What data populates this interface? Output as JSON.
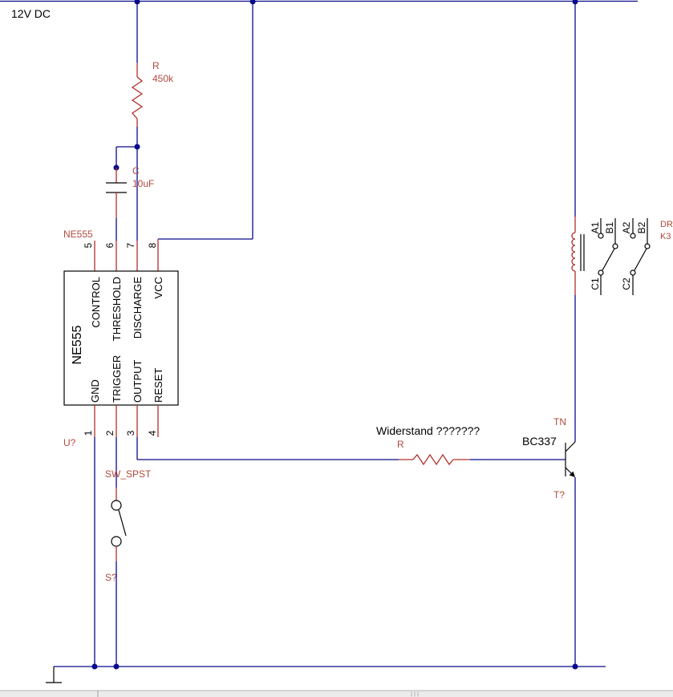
{
  "supply": {
    "label": "12V DC"
  },
  "r1": {
    "ref": "R",
    "value": "450k"
  },
  "c1": {
    "ref": "C",
    "value": "10uF"
  },
  "ic": {
    "part": "NE555",
    "ref": "U?",
    "body_label": "NE555",
    "pins_top": [
      {
        "num": "5",
        "name": "CONTROL"
      },
      {
        "num": "6",
        "name": "THRESHOLD"
      },
      {
        "num": "7",
        "name": "DISCHARGE"
      },
      {
        "num": "8",
        "name": "VCC"
      }
    ],
    "pins_bottom": [
      {
        "num": "1",
        "name": "GND"
      },
      {
        "num": "2",
        "name": "TRIGGER"
      },
      {
        "num": "3",
        "name": "OUTPUT"
      },
      {
        "num": "4",
        "name": "RESET"
      }
    ]
  },
  "switch": {
    "part": "SW_SPST",
    "ref": "S?"
  },
  "r2": {
    "note": "Widerstand ???????",
    "ref": "R"
  },
  "transistor": {
    "part": "TN",
    "value": "BC337",
    "ref": "T?"
  },
  "relay": {
    "part": "DR",
    "ref": "K3",
    "contacts": {
      "a1": "A1",
      "b1": "B1",
      "a2": "A2",
      "b2": "B2",
      "c1": "C1",
      "c2": "C2"
    }
  },
  "colors": {
    "wire": "#0a0a8c",
    "part": "#b0302a",
    "label": "#b04a3e",
    "text": "#000000",
    "background": "#ffffff"
  }
}
